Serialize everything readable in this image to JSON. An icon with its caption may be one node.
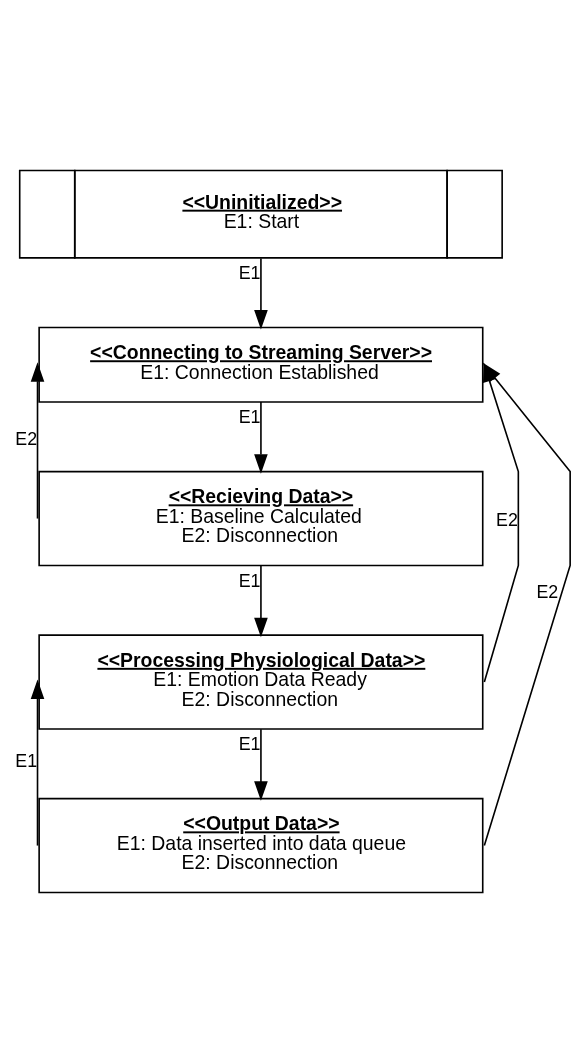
{
  "diagram": {
    "nodes": [
      {
        "text": [
          "<<Uninitialized>>",
          "E1: Start"
        ]
      },
      {
        "text": [
          "<<Connecting to Streaming Server>>",
          "E1: Connection Established"
        ]
      },
      {
        "text": [
          "<<Recieving Data>>",
          "E1: Baseline Calculated",
          "E2: Disconnection"
        ]
      },
      {
        "text": [
          "<<Processing Physiological Data>>",
          "E1: Emotion Data Ready",
          "E2: Disconnection"
        ]
      },
      {
        "text": [
          "<<Output Data>>",
          "E1: Data inserted into data queue",
          "E2: Disconnection"
        ]
      }
    ],
    "edges": [
      {
        "from": 0,
        "to": 1,
        "arrow": "to",
        "label": "E1"
      },
      {
        "from": 1,
        "to": 2,
        "arrow": "to",
        "label": "E1"
      },
      {
        "from": 2,
        "to": 3,
        "arrow": "to",
        "label": "E1"
      },
      {
        "from": 3,
        "to": 4,
        "arrow": "to",
        "label": "E1"
      },
      {
        "from": 4,
        "to": 3,
        "arrow": "to",
        "label": "E1"
      },
      {
        "from": 2,
        "to": 1,
        "arrow": "to",
        "label": "E2"
      },
      {
        "from": 3,
        "to": 1,
        "arrow": "to",
        "label": "E2"
      },
      {
        "from": 4,
        "to": 1,
        "arrow": "to",
        "label": "E2"
      }
    ]
  }
}
